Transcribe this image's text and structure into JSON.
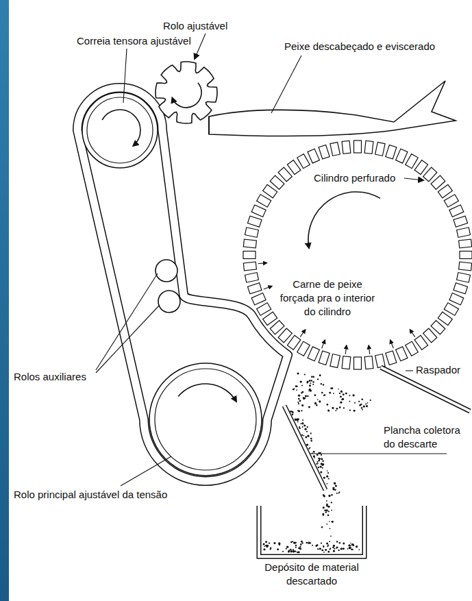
{
  "diagram": {
    "labels": [
      "Rolo ajustável",
      "Correia tensora ajustável",
      "Peixe descabeçado e eviscerado",
      "Cilindro perfurado",
      "Carne de peixe forçada pra o interior do cilindro",
      "Rolos auxiliares",
      "Raspador",
      "Plancha coletora do descarte",
      "Rolo principal ajustável da tensão",
      "Depósito de material descartado"
    ]
  }
}
